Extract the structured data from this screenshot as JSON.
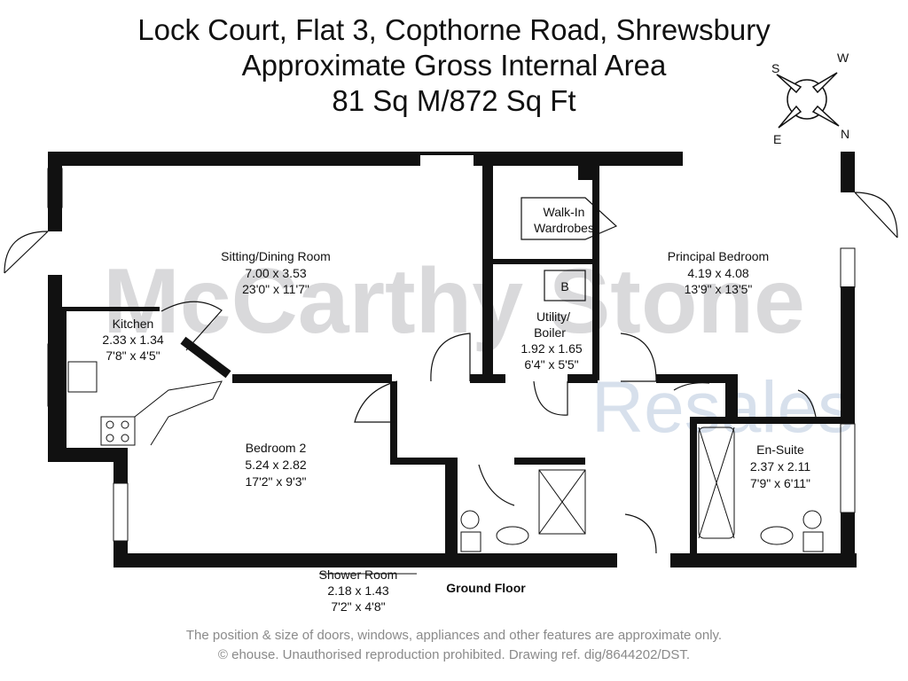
{
  "header": {
    "line1": "Lock Court, Flat 3, Copthorne Road, Shrewsbury",
    "line2": "Approximate Gross Internal Area",
    "line3": "81 Sq M/872 Sq Ft"
  },
  "compass": {
    "s": "S",
    "w": "W",
    "e": "E",
    "n": "N"
  },
  "watermark": {
    "brand": "McCarthy Stone",
    "sub": "Resales"
  },
  "rooms": {
    "sitting": {
      "name": "Sitting/Dining Room",
      "metric": "7.00 x 3.53",
      "imperial": "23'0\" x 11'7\""
    },
    "kitchen": {
      "name": "Kitchen",
      "metric": "2.33 x 1.34",
      "imperial": "7'8\" x 4'5\""
    },
    "wardrobe": {
      "name1": "Walk-In",
      "name2": "Wardrobes"
    },
    "utility": {
      "name1": "Utility/",
      "name2": "Boiler",
      "metric": "1.92 x 1.65",
      "imperial": "6'4\" x 5'5\""
    },
    "boiler_mark": "B",
    "principal": {
      "name": "Principal Bedroom",
      "metric": "4.19 x 4.08",
      "imperial": "13'9\" x 13'5\""
    },
    "bedroom2": {
      "name": "Bedroom 2",
      "metric": "5.24 x 2.82",
      "imperial": "17'2\" x 9'3\""
    },
    "ensuite": {
      "name": "En-Suite",
      "metric": "2.37 x 2.11",
      "imperial": "7'9\" x 6'11\""
    },
    "shower": {
      "name": "Shower Room",
      "metric": "2.18 x 1.43",
      "imperial": "7'2\" x 4'8\""
    }
  },
  "floor_label": "Ground Floor",
  "footer": {
    "line1": "The position & size of doors, windows, appliances and other features are approximate only.",
    "line2": "© ehouse. Unauthorised reproduction prohibited. Drawing ref. dig/8644202/DST."
  },
  "colors": {
    "wall": "#111111",
    "watermark": "#d9d9db",
    "watermark_sub": "#d7e0ec",
    "footer": "#8a8a8a"
  }
}
